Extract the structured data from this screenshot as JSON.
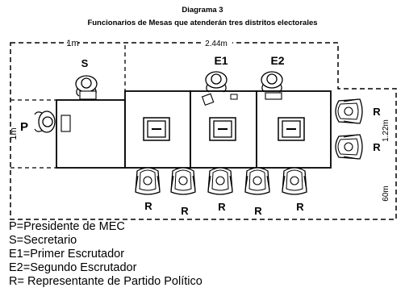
{
  "header": {
    "title": "Diagrama 3",
    "subtitle": "Funcionarios de Mesas que atenderán tres distritos electorales"
  },
  "measures": {
    "top_left": "1m",
    "top_width": "2.44m",
    "left": "1m",
    "right_height": "1.22m",
    "right_bottom": "60m"
  },
  "seats": {
    "president": "P",
    "secretary": "S",
    "first_teller": "E1",
    "second_teller": "E2",
    "representatives": [
      "R",
      "R",
      "R",
      "R",
      "R"
    ],
    "right_representatives": [
      "R",
      "R"
    ]
  },
  "legend": [
    "P=Presidente de MEC",
    "S=Secretario",
    "E1=Primer Escrutador",
    "E2=Segundo Escrutador",
    "R= Representante de Partido Político"
  ]
}
